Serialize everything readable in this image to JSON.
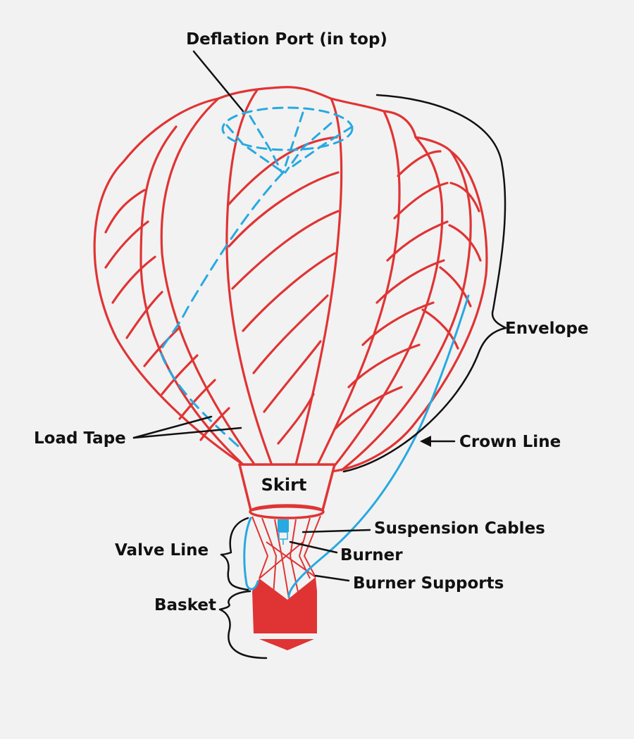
{
  "colors": {
    "background": "#f2f2f2",
    "envelope": "#e03434",
    "valve_crown": "#27a9e1",
    "leader": "#111111",
    "basket_fill": "#e03434"
  },
  "labels": {
    "deflation_port": "Deflation Port (in top)",
    "envelope": "Envelope",
    "crown_line": "Crown Line",
    "load_tape": "Load Tape",
    "skirt": "Skirt",
    "suspension_cables": "Suspension Cables",
    "valve_line": "Valve Line",
    "burner": "Burner",
    "burner_supports": "Burner Supports",
    "basket": "Basket"
  }
}
